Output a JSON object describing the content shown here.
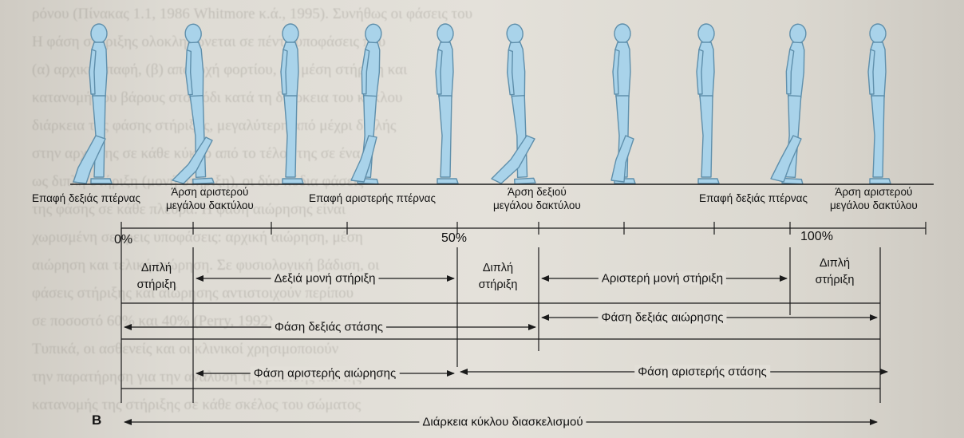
{
  "background_text": [
    "ρόνου (Πίνακας 1.1, 1986 Whitmore κ.ά., 1995). Συνήθως οι φάσεις του",
    "Η φάση στήριξης ολοκληρώνεται σε πέντε υποφάσεις που",
    "(α) αρχική επαφή, (β) αποδοχή φορτίου, (γ) μέση στήριξη και",
    "κατανομή του βάρους στο πόδι κατά τη διάρκεια του κύκλου",
    "διάρκεια της φάσης στήριξης, μεγαλύτερη από μέχρι διπλής",
    "στην αρχή της σε κάθε κύκλο από το τέλος της σε ένα",
    "ως διπλή στήριξη (μονή στήριξη), οι δύο πόδια φάσεις",
    "της φάσης σε κάθε πλευρά. Η φάση αιώρησης είναι",
    "χωρισμένη σε τρεις υποφάσεις: αρχική αιώρηση, μέση",
    "αιώρηση και τελική αιώρηση. Σε φυσιολογική βάδιση, οι",
    "φάσεις στήριξης και αιώρησης αντιστοιχούν περίπου",
    "σε ποσοστό 60% και 40% (Perry, 1992).",
    "Τυπικά, οι ασθενείς και οι κλινικοί χρησιμοποιούν",
    "την παρατήρηση για την ανάλυση της βάδισης και της",
    "κατανομής της στήριξης σε κάθε σκέλος του σώματος"
  ],
  "captions": {
    "heel1": "Επαφή δεξιάς πτέρνας",
    "toe1": [
      "Άρση αριστερού",
      "μεγάλου δακτύλου"
    ],
    "heel2": "Επαφή αριστερής πτέρνας",
    "toe2": [
      "Άρση δεξιού",
      "μεγάλου δακτύλου"
    ],
    "heel3": "Επαφή δεξιάς πτέρνας",
    "toe3": [
      "Άρση αριστερού",
      "μεγάλου δακτύλου"
    ]
  },
  "percentages": {
    "start": "0%",
    "mid": "50%",
    "end": "100%"
  },
  "support": {
    "double1": [
      "Διπλή",
      "στήριξη"
    ],
    "right_single": "Δεξιά μονή στήριξη",
    "double2": [
      "Διπλή",
      "στήριξη"
    ],
    "left_single": "Αριστερή μονή στήριξη",
    "double3": [
      "Διπλή",
      "στήριξη"
    ]
  },
  "phases": {
    "right_stance": "Φάση δεξιάς στάσης",
    "right_swing": "Φάση δεξιάς αιώρησης",
    "left_swing": "Φάση αριστερής αιώρησης",
    "left_stance": "Φάση αριστερής στάσης",
    "cycle": "Διάρκεια κύκλου διασκελισμού"
  },
  "figure_letter": "B",
  "colors": {
    "figure_skin": "#a9d3ea",
    "figure_outline": "#5f8fab",
    "line": "#1a1a1a",
    "paper": "#e2dfd8"
  }
}
